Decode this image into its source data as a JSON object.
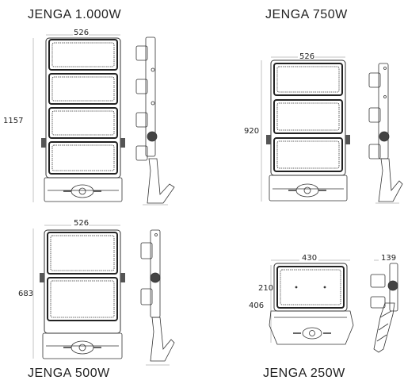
{
  "titles": {
    "t1000": "JENGA 1.000W",
    "t750": "JENGA 750W",
    "t500": "JENGA 500W",
    "t250": "JENGA 250W"
  },
  "dims": {
    "j1000_width": "526",
    "j1000_height": "1157",
    "j750_width": "526",
    "j750_height": "920",
    "j500_width": "526",
    "j500_height": "683",
    "j250_width": "430",
    "j250_side": "139",
    "j250_panel": "210",
    "j250_height": "406"
  }
}
